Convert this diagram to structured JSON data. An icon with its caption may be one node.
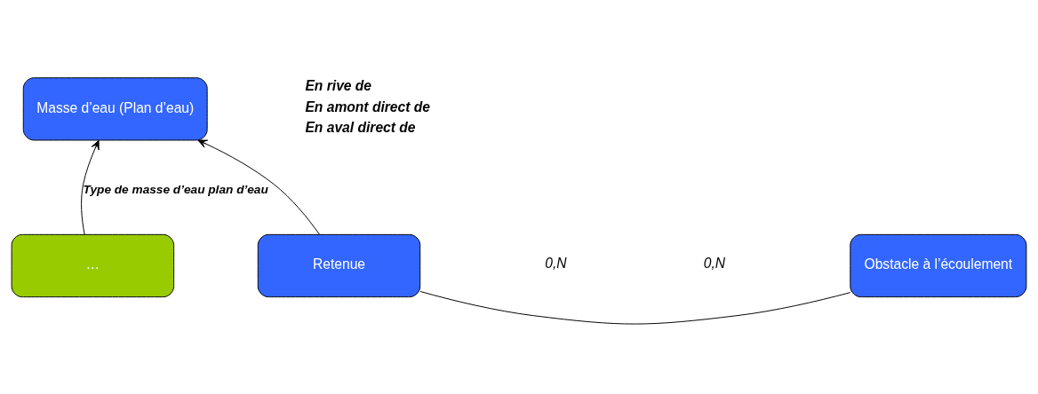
{
  "diagram": {
    "nodes": [
      {
        "text": [
          "Masse d’eau (Plan d’eau)"
        ]
      },
      {
        "text": [
          "…"
        ]
      },
      {
        "text": [
          "Retenue"
        ]
      },
      {
        "text": [
          "Obstacle à l’écoulement"
        ]
      }
    ],
    "edges": [
      {
        "from": 1,
        "to": 0,
        "arrow": "to",
        "label": "Type de masse d’eau plan d’eau"
      },
      {
        "from": 2,
        "to": 0,
        "arrow": "to"
      },
      {
        "from": 2,
        "to": 3,
        "arrow": "none"
      }
    ],
    "labels": [
      "En rive de",
      "En amont direct de",
      "En aval direct de",
      "0,N",
      "0,N"
    ]
  }
}
